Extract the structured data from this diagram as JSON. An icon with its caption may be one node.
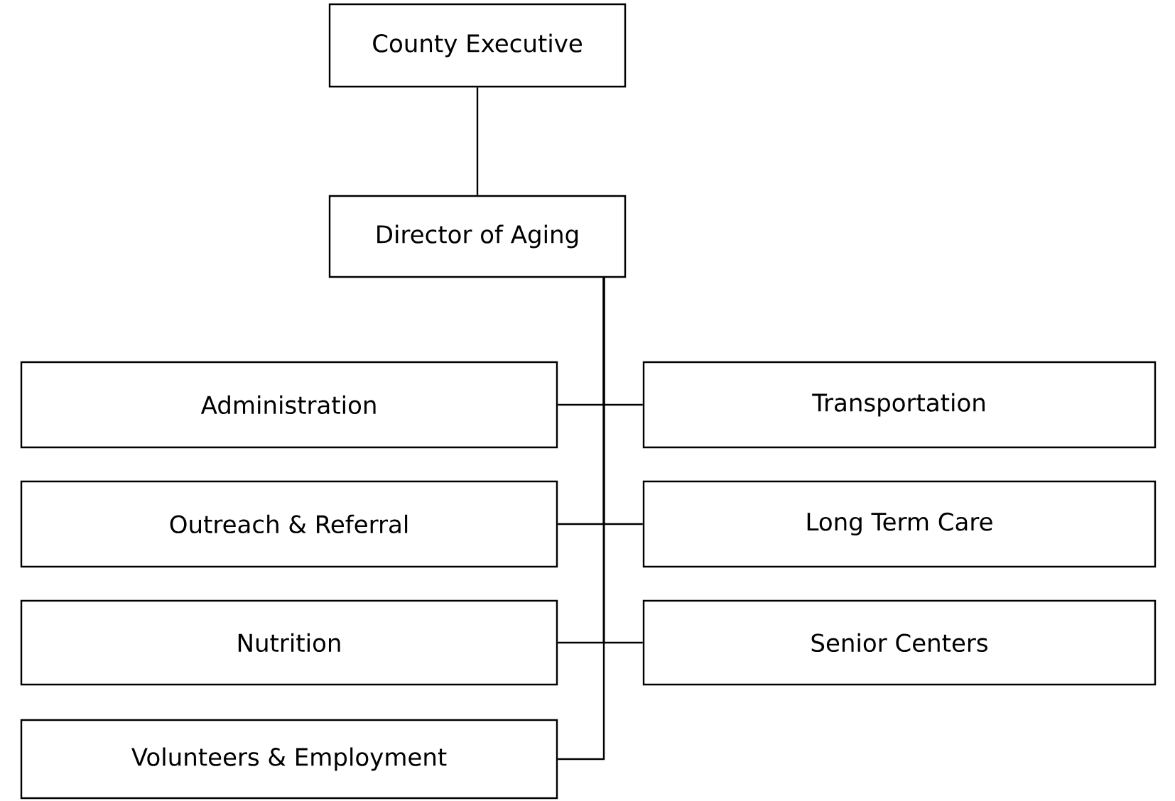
{
  "diagram": {
    "nodes": [
      {
        "text": [
          "County Executive"
        ]
      },
      {
        "text": [
          "Director of Aging"
        ]
      },
      {
        "text": [
          "Administration"
        ]
      },
      {
        "text": [
          "Transportation"
        ]
      },
      {
        "text": [
          "Outreach & Referral"
        ]
      },
      {
        "text": [
          "Long Term Care"
        ]
      },
      {
        "text": [
          "Nutrition"
        ]
      },
      {
        "text": [
          "Senior Centers"
        ]
      },
      {
        "text": [
          "Volunteers & Employment"
        ]
      }
    ],
    "edges": [
      {
        "from": 0,
        "to": 1,
        "arrow": "none"
      },
      {
        "from": 1,
        "to": 2,
        "arrow": "none"
      },
      {
        "from": 1,
        "to": 3,
        "arrow": "none"
      },
      {
        "from": 1,
        "to": 4,
        "arrow": "none"
      },
      {
        "from": 1,
        "to": 5,
        "arrow": "none"
      },
      {
        "from": 1,
        "to": 6,
        "arrow": "none"
      },
      {
        "from": 1,
        "to": 7,
        "arrow": "none"
      },
      {
        "from": 1,
        "to": 8,
        "arrow": "none"
      }
    ]
  }
}
